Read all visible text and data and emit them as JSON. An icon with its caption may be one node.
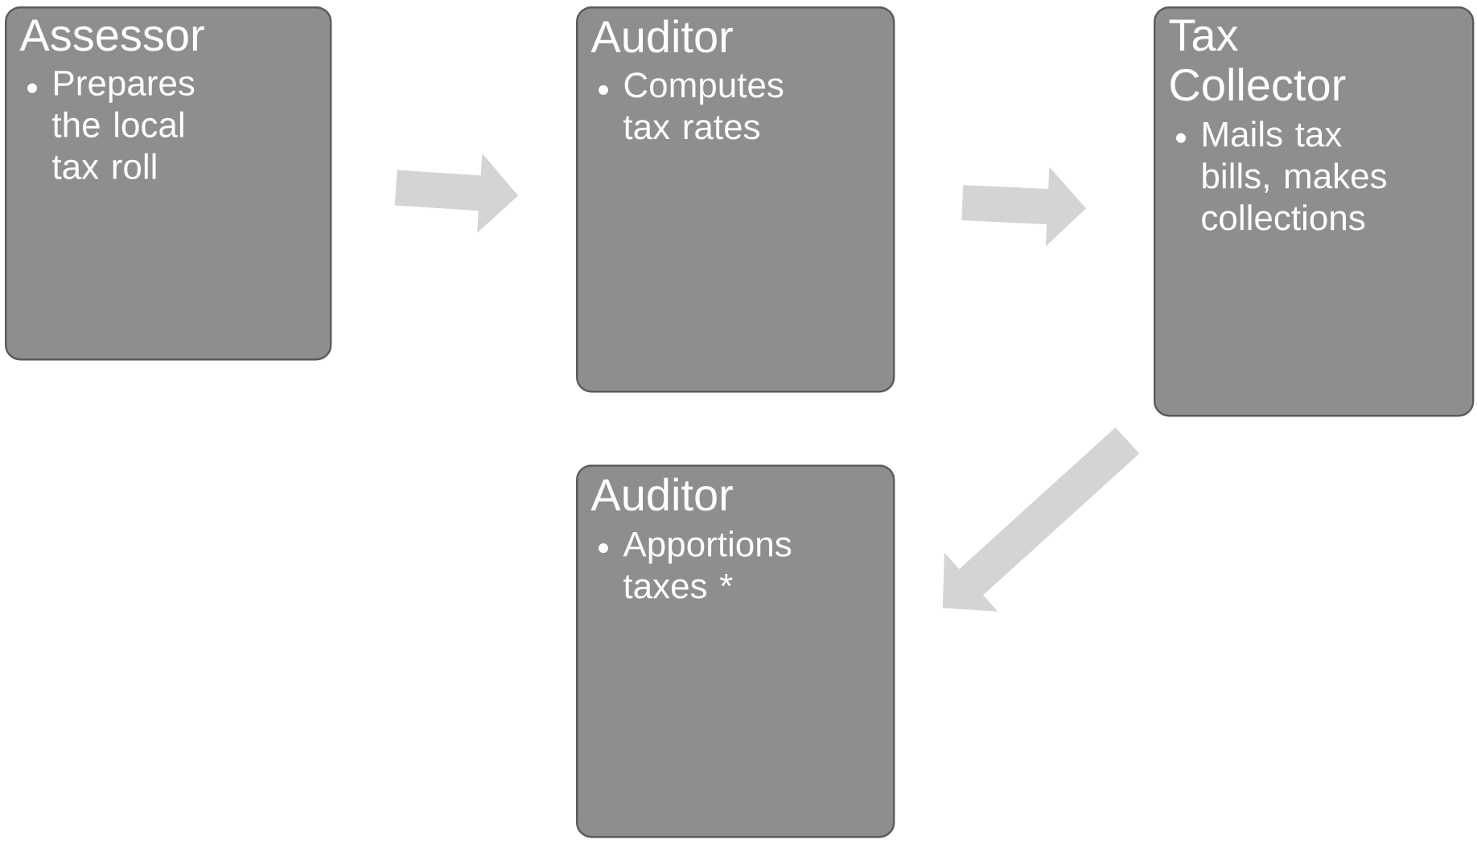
{
  "diagram": {
    "nodes": [
      {
        "text": [
          "Assessor",
          "Prepares the local tax roll"
        ]
      },
      {
        "text": [
          "Auditor",
          "Computes tax rates"
        ]
      },
      {
        "text": [
          "Tax Collector",
          "Mails tax bills, makes collections"
        ]
      },
      {
        "text": [
          "Auditor",
          "Apportions taxes *"
        ]
      }
    ],
    "edges": [
      {
        "from": 0,
        "to": 1,
        "arrow": "to"
      },
      {
        "from": 1,
        "to": 2,
        "arrow": "to"
      },
      {
        "from": 2,
        "to": 3,
        "arrow": "to"
      }
    ]
  }
}
